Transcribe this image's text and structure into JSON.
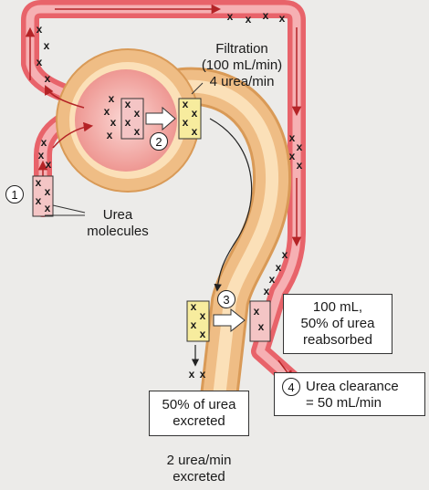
{
  "colors": {
    "background": "#ecebe9",
    "blood_vessel": "#e8636a",
    "blood_vessel_light": "#f6b0b3",
    "tubule": "#efbd85",
    "tubule_light": "#fbe0b8",
    "capsule": "#f3a9a5",
    "filtrate_box": "#f7ec9e",
    "blood_box": "#f4c5c5"
  },
  "labels": {
    "filtration_line1": "Filtration",
    "filtration_line2": "(100 mL/min)",
    "filtration_line3": "4 urea/min",
    "urea_line1": "Urea",
    "urea_line2": "molecules",
    "reabsorbed_line1": "100 mL,",
    "reabsorbed_line2": "50% of urea",
    "reabsorbed_line3": "reabsorbed",
    "clearance_line1": "Urea clearance",
    "clearance_line2": "= 50 mL/min",
    "excreted_pct_line1": "50% of urea",
    "excreted_pct_line2": "excreted",
    "excreted_rate_line1": "2 urea/min",
    "excreted_rate_line2": "excreted"
  },
  "steps": [
    "1",
    "2",
    "3",
    "4"
  ],
  "molecule_glyph": "x",
  "icons": {
    "filtration_arrow": "block-arrow-right-icon",
    "reabsorption_arrow": "block-arrow-right-icon",
    "flow_arrow": "arrow-icon"
  }
}
